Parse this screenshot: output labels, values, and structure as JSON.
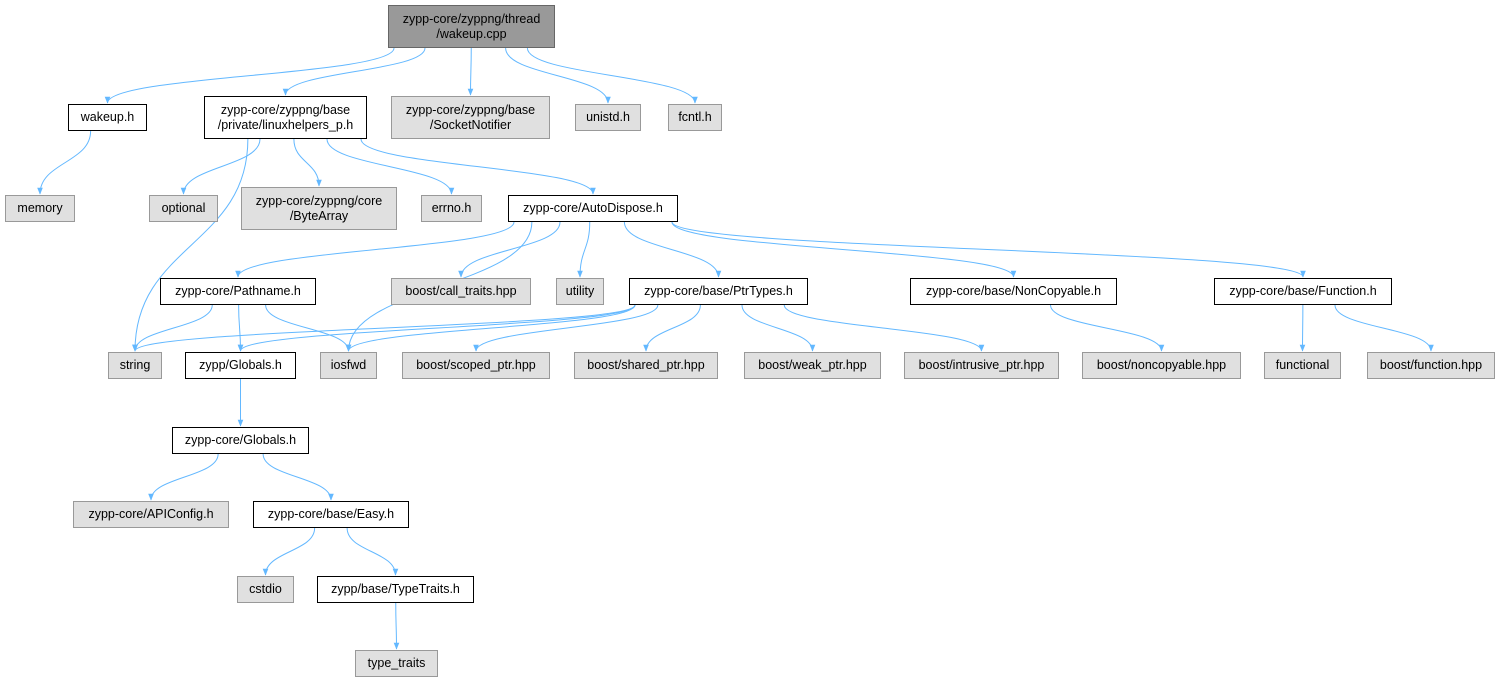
{
  "colors": {
    "edge": "#63b8ff",
    "root_fill": "#999999",
    "external_fill": "#e0e0e0",
    "documented_fill": "#ffffff"
  },
  "nodes": [
    {
      "id": "wakeup_cpp",
      "label": "zypp-core/zyppng/thread\n/wakeup.cpp",
      "kind": "root"
    },
    {
      "id": "wakeup_h",
      "label": "wakeup.h",
      "kind": "doc"
    },
    {
      "id": "linuxhelpers",
      "label": "zypp-core/zyppng/base\n/private/linuxhelpers_p.h",
      "kind": "doc"
    },
    {
      "id": "socketnotifier",
      "label": "zypp-core/zyppng/base\n/SocketNotifier",
      "kind": "ext"
    },
    {
      "id": "unistd",
      "label": "unistd.h",
      "kind": "ext"
    },
    {
      "id": "fcntl",
      "label": "fcntl.h",
      "kind": "ext"
    },
    {
      "id": "memory",
      "label": "memory",
      "kind": "ext"
    },
    {
      "id": "optional",
      "label": "optional",
      "kind": "ext"
    },
    {
      "id": "bytearray",
      "label": "zypp-core/zyppng/core\n/ByteArray",
      "kind": "ext"
    },
    {
      "id": "errno",
      "label": "errno.h",
      "kind": "ext"
    },
    {
      "id": "autodispose",
      "label": "zypp-core/AutoDispose.h",
      "kind": "doc"
    },
    {
      "id": "pathname",
      "label": "zypp-core/Pathname.h",
      "kind": "doc"
    },
    {
      "id": "calltraits",
      "label": "boost/call_traits.hpp",
      "kind": "ext"
    },
    {
      "id": "utility",
      "label": "utility",
      "kind": "ext"
    },
    {
      "id": "ptrtypes",
      "label": "zypp-core/base/PtrTypes.h",
      "kind": "doc"
    },
    {
      "id": "noncopyable_h",
      "label": "zypp-core/base/NonCopyable.h",
      "kind": "doc"
    },
    {
      "id": "function_h",
      "label": "zypp-core/base/Function.h",
      "kind": "doc"
    },
    {
      "id": "string",
      "label": "string",
      "kind": "ext"
    },
    {
      "id": "zypp_globals",
      "label": "zypp/Globals.h",
      "kind": "doc"
    },
    {
      "id": "iosfwd",
      "label": "iosfwd",
      "kind": "ext"
    },
    {
      "id": "scoped_ptr",
      "label": "boost/scoped_ptr.hpp",
      "kind": "ext"
    },
    {
      "id": "shared_ptr",
      "label": "boost/shared_ptr.hpp",
      "kind": "ext"
    },
    {
      "id": "weak_ptr",
      "label": "boost/weak_ptr.hpp",
      "kind": "ext"
    },
    {
      "id": "intrusive_ptr",
      "label": "boost/intrusive_ptr.hpp",
      "kind": "ext"
    },
    {
      "id": "noncopyable_hpp",
      "label": "boost/noncopyable.hpp",
      "kind": "ext"
    },
    {
      "id": "functional",
      "label": "functional",
      "kind": "ext"
    },
    {
      "id": "function_hpp",
      "label": "boost/function.hpp",
      "kind": "ext"
    },
    {
      "id": "core_globals",
      "label": "zypp-core/Globals.h",
      "kind": "doc"
    },
    {
      "id": "apiconfig",
      "label": "zypp-core/APIConfig.h",
      "kind": "ext"
    },
    {
      "id": "easy",
      "label": "zypp-core/base/Easy.h",
      "kind": "doc"
    },
    {
      "id": "cstdio",
      "label": "cstdio",
      "kind": "ext"
    },
    {
      "id": "typetraits_h",
      "label": "zypp/base/TypeTraits.h",
      "kind": "doc"
    },
    {
      "id": "type_traits",
      "label": "type_traits",
      "kind": "ext"
    }
  ],
  "edges": [
    [
      "wakeup_cpp",
      "wakeup_h"
    ],
    [
      "wakeup_cpp",
      "linuxhelpers"
    ],
    [
      "wakeup_cpp",
      "socketnotifier"
    ],
    [
      "wakeup_cpp",
      "unistd"
    ],
    [
      "wakeup_cpp",
      "fcntl"
    ],
    [
      "wakeup_h",
      "memory"
    ],
    [
      "linuxhelpers",
      "string"
    ],
    [
      "linuxhelpers",
      "optional"
    ],
    [
      "linuxhelpers",
      "bytearray"
    ],
    [
      "linuxhelpers",
      "errno"
    ],
    [
      "linuxhelpers",
      "autodispose"
    ],
    [
      "autodispose",
      "pathname"
    ],
    [
      "autodispose",
      "iosfwd"
    ],
    [
      "autodispose",
      "calltraits"
    ],
    [
      "autodispose",
      "utility"
    ],
    [
      "autodispose",
      "ptrtypes"
    ],
    [
      "autodispose",
      "noncopyable_h"
    ],
    [
      "autodispose",
      "function_h"
    ],
    [
      "pathname",
      "string"
    ],
    [
      "pathname",
      "zypp_globals"
    ],
    [
      "pathname",
      "iosfwd"
    ],
    [
      "ptrtypes",
      "string"
    ],
    [
      "ptrtypes",
      "zypp_globals"
    ],
    [
      "ptrtypes",
      "iosfwd"
    ],
    [
      "ptrtypes",
      "scoped_ptr"
    ],
    [
      "ptrtypes",
      "shared_ptr"
    ],
    [
      "ptrtypes",
      "weak_ptr"
    ],
    [
      "ptrtypes",
      "intrusive_ptr"
    ],
    [
      "noncopyable_h",
      "noncopyable_hpp"
    ],
    [
      "function_h",
      "functional"
    ],
    [
      "function_h",
      "function_hpp"
    ],
    [
      "zypp_globals",
      "core_globals"
    ],
    [
      "core_globals",
      "apiconfig"
    ],
    [
      "core_globals",
      "easy"
    ],
    [
      "easy",
      "cstdio"
    ],
    [
      "easy",
      "typetraits_h"
    ],
    [
      "typetraits_h",
      "type_traits"
    ]
  ]
}
